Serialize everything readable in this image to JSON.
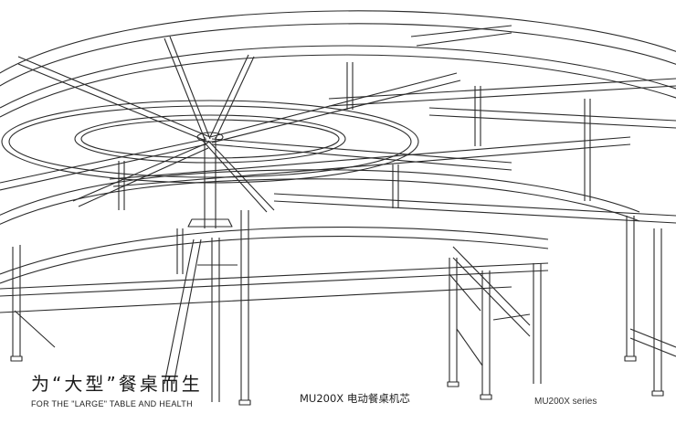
{
  "headline": "为“大型”餐桌而生",
  "subline": "FOR THE \"LARGE\" TABLE AND HEALTH",
  "model_cn": "MU200X 电动餐桌机芯",
  "model_en": "MU200X series",
  "colors": {
    "line": "#2b2b2b",
    "background": "#ffffff",
    "fill": "#ffffff"
  }
}
